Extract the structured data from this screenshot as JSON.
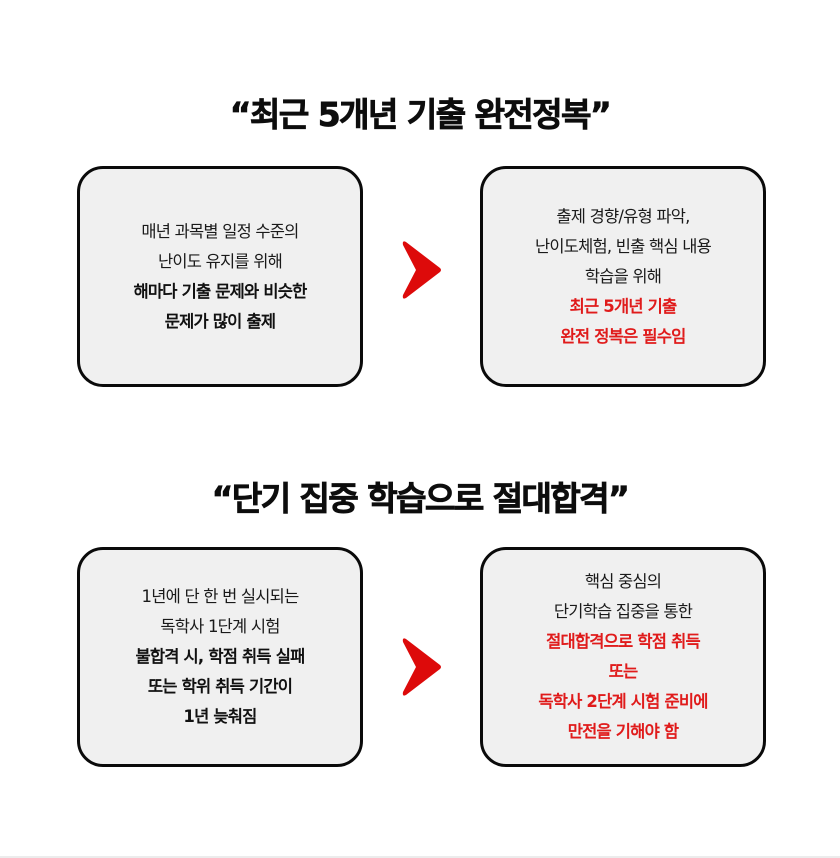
{
  "colors": {
    "accent_red": "#e01b1b",
    "arrow_red": "#dd0a0a",
    "card_bg": "#f0f0f0",
    "card_border": "#0a0a0a"
  },
  "sections": [
    {
      "heading": "“최근 5개년 기출 완전정복”",
      "left_card": {
        "lines": [
          {
            "text": "매년 과목별 일정 수준의",
            "style": "normal"
          },
          {
            "text": "난이도 유지를 위해",
            "style": "normal"
          },
          {
            "text": "해마다 기출 문제와 비슷한",
            "style": "bold"
          },
          {
            "text": "문제가 많이 출제",
            "style": "bold"
          }
        ]
      },
      "arrow_icon": "chevron-right-icon",
      "right_card": {
        "lines": [
          {
            "text": "출제 경향/유형 파악,",
            "style": "normal"
          },
          {
            "text": "난이도체험, 빈출 핵심 내용",
            "style": "normal"
          },
          {
            "text": "학습을 위해",
            "style": "normal"
          },
          {
            "text": "최근 5개년 기출",
            "style": "red"
          },
          {
            "text": "완전 정복은 필수임",
            "style": "red"
          }
        ]
      }
    },
    {
      "heading": "“단기 집중 학습으로 절대합격”",
      "left_card": {
        "lines": [
          {
            "text": "1년에 단 한 번 실시되는",
            "style": "normal"
          },
          {
            "text": "독학사 1단계 시험",
            "style": "normal"
          },
          {
            "text": "불합격 시, 학점 취득 실패",
            "style": "bold"
          },
          {
            "text": "또는 학위 취득 기간이",
            "style": "bold"
          },
          {
            "text": "1년 늦춰짐",
            "style": "bold"
          }
        ]
      },
      "arrow_icon": "chevron-right-icon",
      "right_card": {
        "lines": [
          {
            "text": "핵심 중심의",
            "style": "normal"
          },
          {
            "text": "단기학습 집중을 통한",
            "style": "normal"
          },
          {
            "text": "절대합격으로 학점 취득",
            "style": "red"
          },
          {
            "text": "또는",
            "style": "red"
          },
          {
            "text": "독학사 2단계 시험 준비에",
            "style": "red"
          },
          {
            "text": "만전을 기해야 함",
            "style": "red"
          }
        ]
      }
    }
  ]
}
